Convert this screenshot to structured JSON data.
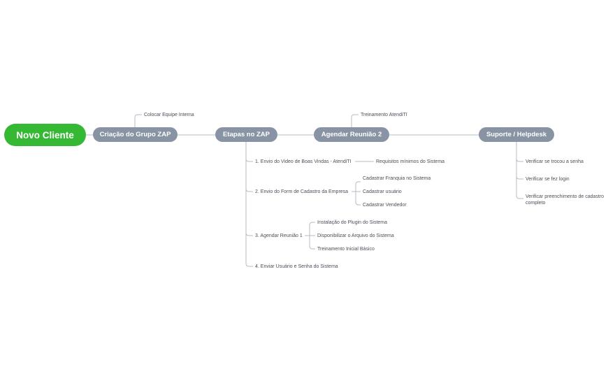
{
  "root": "Novo Cliente",
  "main": {
    "criacao": "Criação do Grupo ZAP",
    "etapas": "Etapas no ZAP",
    "reuniao2": "Agendar Reunião 2",
    "suporte": "Suporte / Helpdesk"
  },
  "criacao_children": [
    "Colocar Equipe Interna"
  ],
  "reuniao2_children": [
    "Treinamento AtendiTI"
  ],
  "etapas_children": [
    "1. Envio do Video de Boas Vindas - AtendiTI",
    "2. Envio do Form de Cadastro da Empresa",
    "3. Agendar Reunião 1",
    "4. Enviar Usuário e Senha do Sistema"
  ],
  "etapa1_children": [
    "Requisitos mínimos do Sistema"
  ],
  "etapa2_children": [
    "Cadastrar Franquia no Sistema",
    "Cadastrar usuário",
    "Cadastrar Vendedor"
  ],
  "etapa3_children": [
    "Instalação do Plugin do Sistema",
    "Disponibilizar o Arquivo do Sistema",
    "Treinamento Inicial Básico"
  ],
  "suporte_children": [
    "Verificar se trocou a senha",
    "Verificar se fez login",
    "Verificar preenchimento de cadastro",
    "completo"
  ],
  "colors": {
    "root": "#35b935",
    "main_node": "#8893a3",
    "connector": "#b6bcc6",
    "leaf_text": "#4a4f58"
  }
}
